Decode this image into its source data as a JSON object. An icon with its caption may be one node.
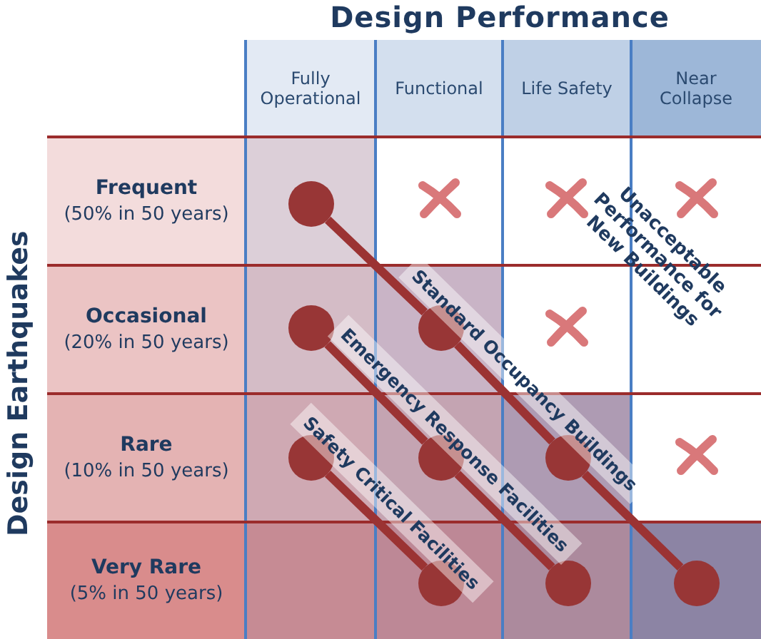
{
  "diagram": {
    "title": "Design Performance",
    "nodes": [
      {
        "text": [],
        "shape": "circle"
      },
      {
        "text": [],
        "shape": "circle"
      },
      {
        "text": [],
        "shape": "circle"
      },
      {
        "text": [],
        "shape": "circle"
      },
      {
        "text": [],
        "shape": "circle"
      },
      {
        "text": [],
        "shape": "circle"
      },
      {
        "text": [],
        "shape": "circle"
      },
      {
        "text": [],
        "shape": "circle"
      },
      {
        "text": [],
        "shape": "circle"
      }
    ],
    "edges": [
      {
        "from": 0,
        "to": 2,
        "arrow": "none"
      },
      {
        "from": 2,
        "to": 5,
        "arrow": "none"
      },
      {
        "from": 5,
        "to": 8,
        "arrow": "none"
      },
      {
        "from": 1,
        "to": 4,
        "arrow": "none"
      },
      {
        "from": 4,
        "to": 7,
        "arrow": "none"
      },
      {
        "from": 3,
        "to": 6,
        "arrow": "none"
      }
    ],
    "labels": [
      "Fully Operational",
      "Functional",
      "Life Safety",
      "Near Collapse",
      "Frequent",
      "(50% in 50 years)",
      "Occasional",
      "(20% in 50 years)",
      "Rare",
      "(10% in 50 years)",
      "Very Rare",
      "(5% in 50 years)",
      "Design Earthquakes",
      "Unacceptable Performance for New Buildings",
      "Standard Occupancy Buildings",
      "Emergency Response Facilities",
      "Safety Critical Facilities"
    ]
  }
}
